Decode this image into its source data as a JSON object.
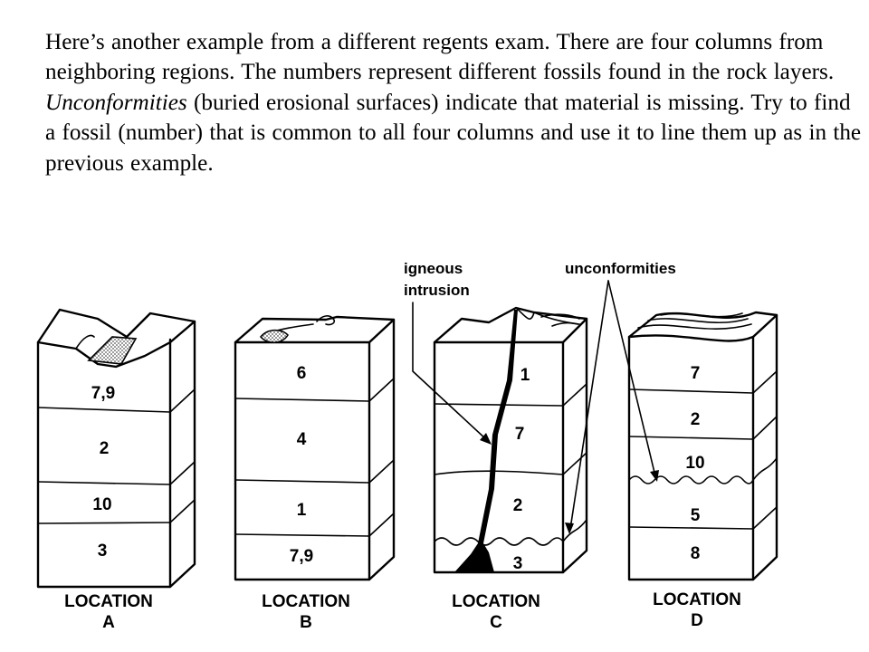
{
  "intro": {
    "sentence1": "Here’s another example from a different regents exam. There are four columns from neighboring regions. The numbers represent different fossils found in the rock layers.",
    "term": "Unconformities",
    "sentence2": "(buried erosional surfaces) indicate that material is missing. Try to find a fossil (number) that is common to all four columns and use it to line them up as in the previous example."
  },
  "callouts": {
    "igneous_line1": "igneous",
    "igneous_line2": "intrusion",
    "unconformities": "unconformities"
  },
  "columns": [
    {
      "location_line1": "LOCATION",
      "location_line2": "A",
      "layers": [
        "7,9",
        "2",
        "10",
        "3"
      ]
    },
    {
      "location_line1": "LOCATION",
      "location_line2": "B",
      "layers": [
        "6",
        "4",
        "1",
        "7,9"
      ]
    },
    {
      "location_line1": "LOCATION",
      "location_line2": "C",
      "layers": [
        "1",
        "7",
        "2",
        "3"
      ]
    },
    {
      "location_line1": "LOCATION",
      "location_line2": "D",
      "layers": [
        "7",
        "2",
        "10",
        "5",
        "8"
      ]
    }
  ],
  "colors": {
    "ink": "#000000",
    "paper": "#ffffff",
    "stipple": "#9a9a9a"
  }
}
